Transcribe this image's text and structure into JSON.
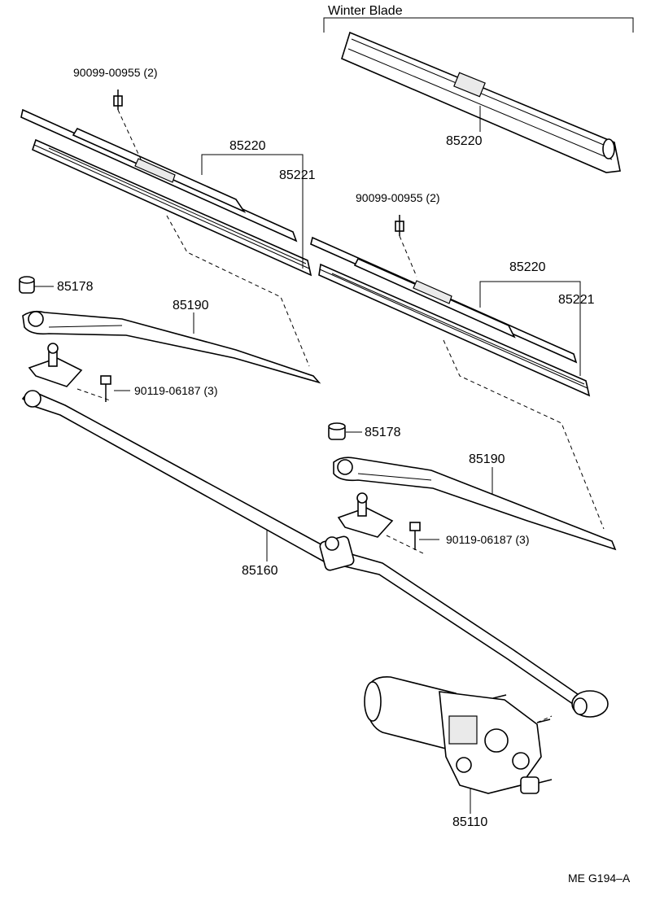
{
  "winter_blade_title": "Winter Blade",
  "labels": {
    "winter_blade_part": "85220",
    "screw_left": "90099-00955 (2)",
    "blade_left": "85220",
    "refill_left": "85221",
    "screw_right": "90099-00955 (2)",
    "blade_right": "85220",
    "refill_right": "85221",
    "cap_left": "85178",
    "arm_left": "85190",
    "bolt_left": "90119-06187 (3)",
    "cap_right": "85178",
    "arm_right": "85190",
    "bolt_right": "90119-06187 (3)",
    "link": "85160",
    "motor": "85110"
  },
  "diagram_code": "ME G194–A"
}
